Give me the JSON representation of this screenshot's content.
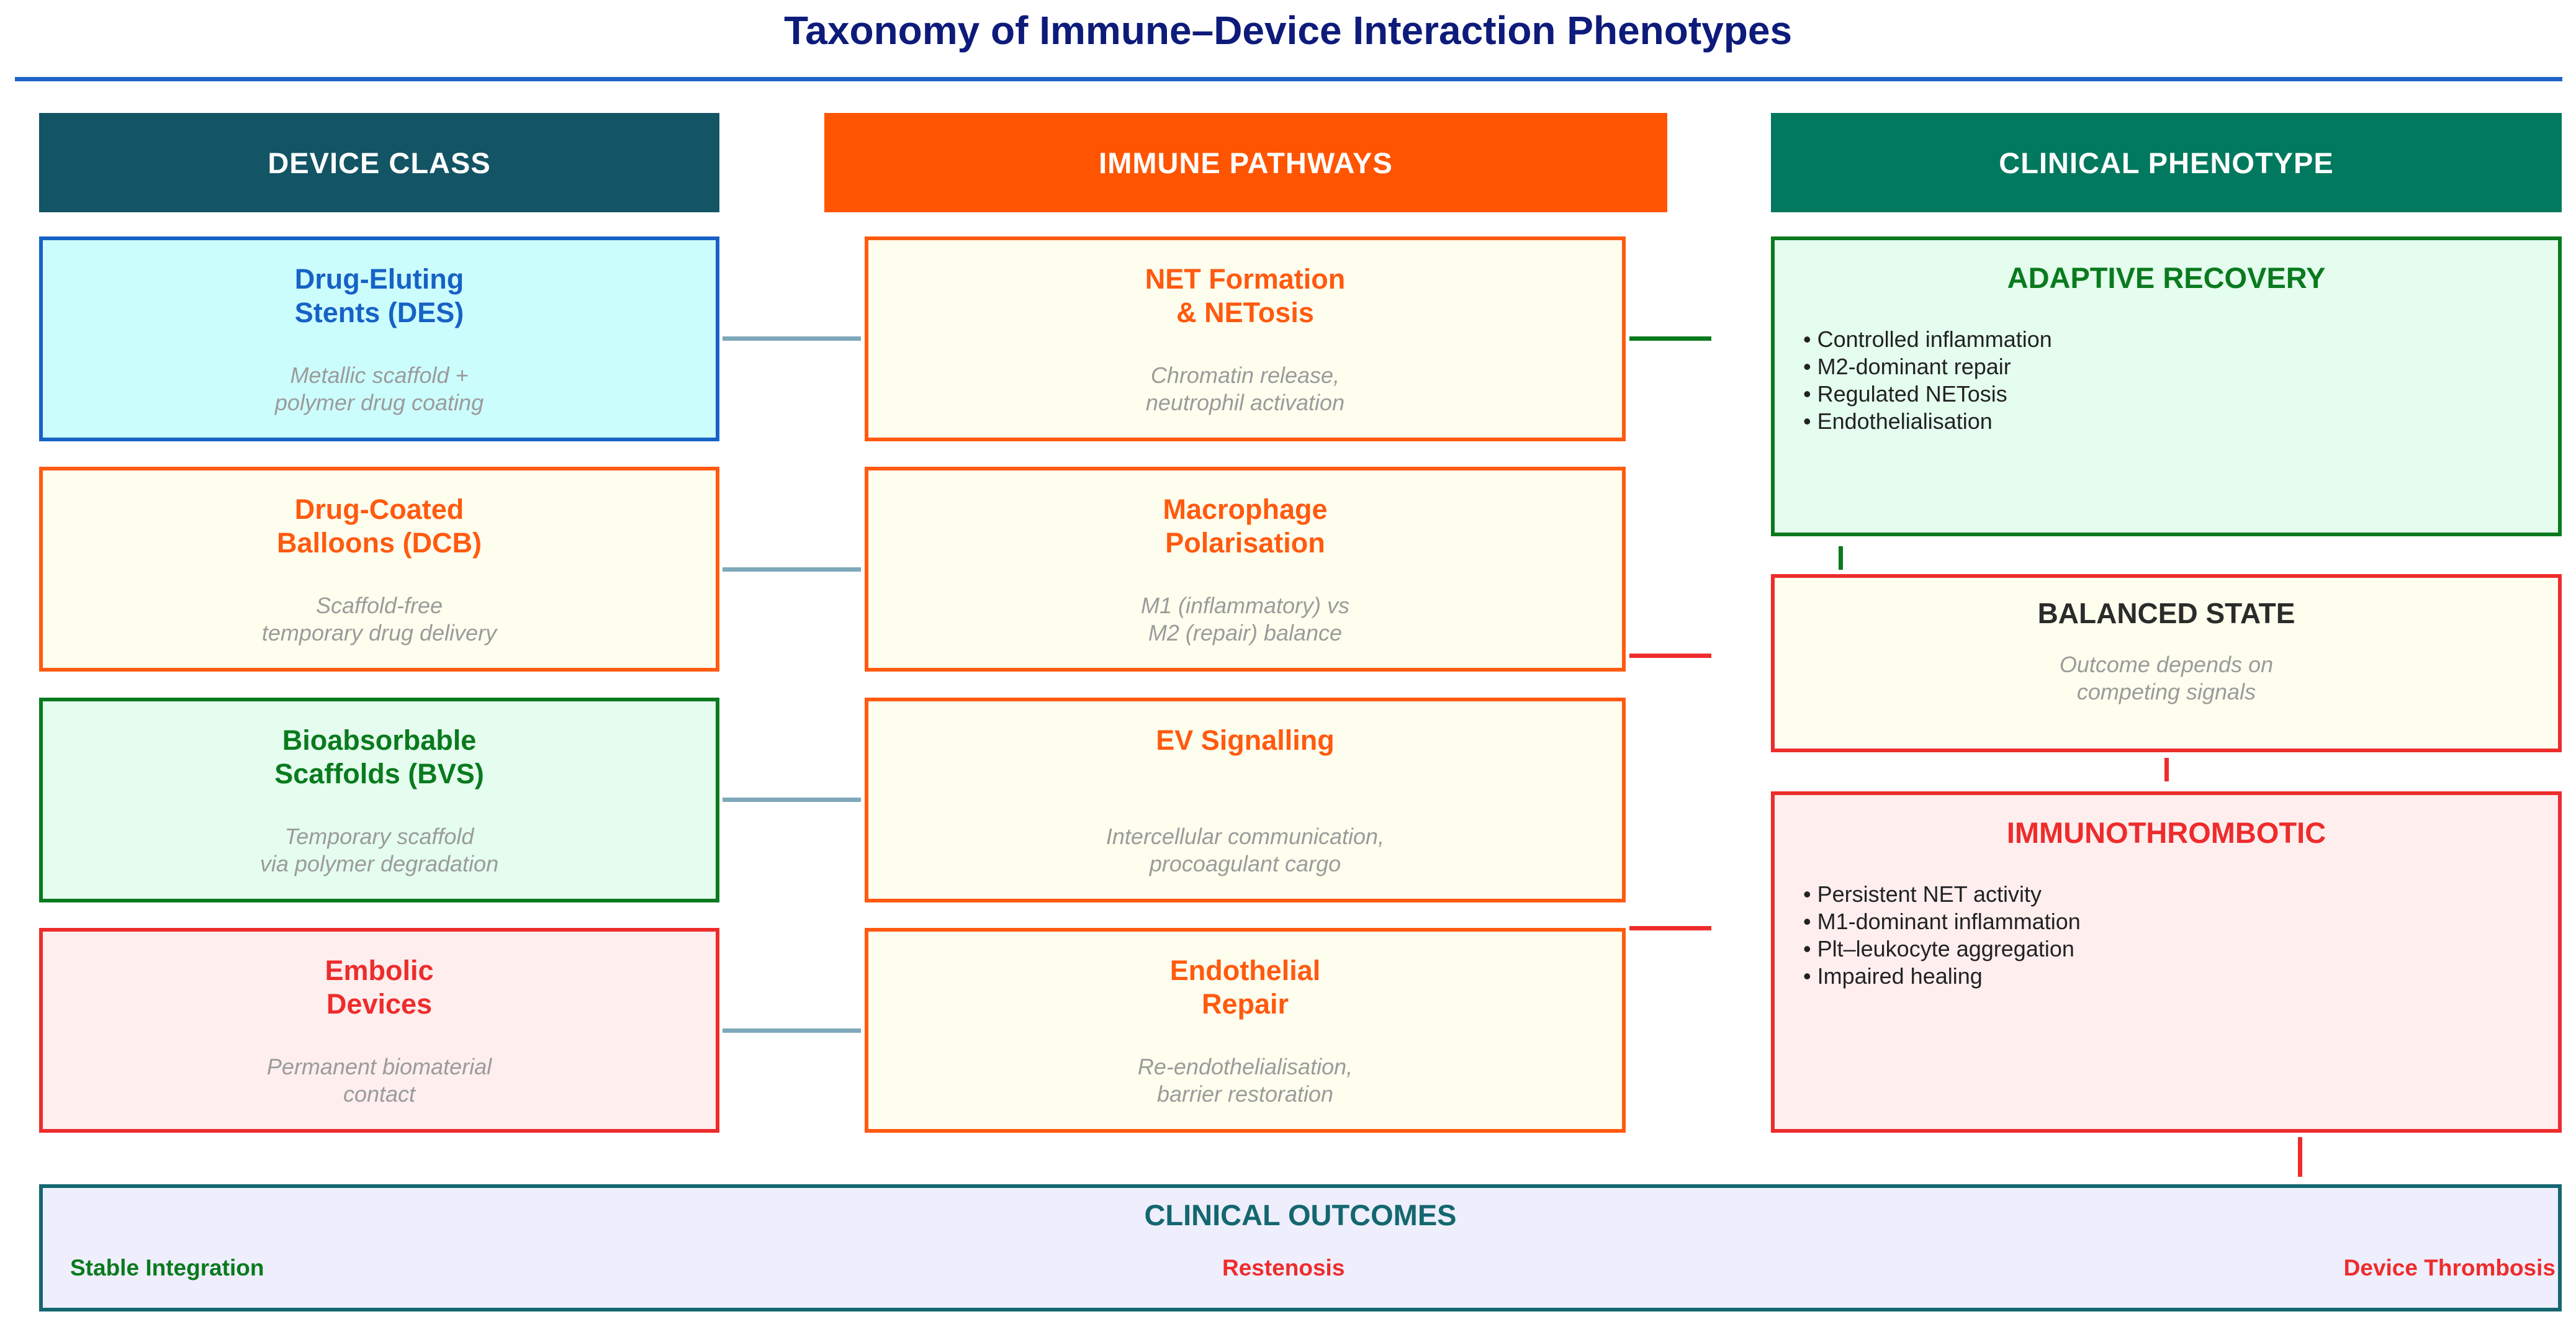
{
  "title": "Taxonomy of Immune–Device Interaction Phenotypes",
  "columns": {
    "device": "DEVICE CLASS",
    "immune": "IMMUNE PATHWAYS",
    "clinical": "CLINICAL PHENOTYPE"
  },
  "colors": {
    "device_header": "#135465",
    "immune_header": "#ff5500",
    "clinical_header": "#00795f",
    "connector": "#7fa8bb",
    "green": "#0a7a1e",
    "red": "#ee2c2c",
    "orange": "#ff5a10",
    "blue": "#1762c6"
  },
  "devices": [
    {
      "title": "Drug-Eluting\nStents (DES)",
      "subtitle": "Metallic scaffold +\npolymer drug coating"
    },
    {
      "title": "Drug-Coated\nBalloons (DCB)",
      "subtitle": "Scaffold-free\ntemporary drug delivery"
    },
    {
      "title": "Bioabsorbable\nScaffolds (BVS)",
      "subtitle": "Temporary scaffold\nvia polymer degradation"
    },
    {
      "title": "Embolic\nDevices",
      "subtitle": "Permanent biomaterial\ncontact"
    }
  ],
  "pathways": [
    {
      "title": "NET Formation\n& NETosis",
      "subtitle": "Chromatin release,\nneutrophil activation"
    },
    {
      "title": "Macrophage\nPolarisation",
      "subtitle": "M1 (inflammatory) vs\nM2 (repair) balance"
    },
    {
      "title": "EV Signalling",
      "subtitle": "Intercellular communication,\nprocoagulant cargo"
    },
    {
      "title": "Endothelial\nRepair",
      "subtitle": "Re-endothelialisation,\nbarrier restoration"
    }
  ],
  "phenotypes": {
    "adaptive": {
      "title": "ADAPTIVE RECOVERY",
      "bullets": [
        "Controlled inflammation",
        "M2-dominant repair",
        "Regulated NETosis",
        "Endothelialisation"
      ]
    },
    "balanced": {
      "title": "BALANCED STATE",
      "subtitle": "Outcome depends on\ncompeting signals"
    },
    "immunothrombotic": {
      "title": "IMMUNOTHROMBOTIC",
      "bullets": [
        "Persistent NET activity",
        "M1-dominant inflammation",
        "Plt–leukocyte aggregation",
        "Impaired healing"
      ]
    }
  },
  "clinical_outcomes": {
    "title": "CLINICAL OUTCOMES",
    "outcomes": [
      "Stable Integration",
      "Restenosis",
      "Device Thrombosis"
    ]
  }
}
